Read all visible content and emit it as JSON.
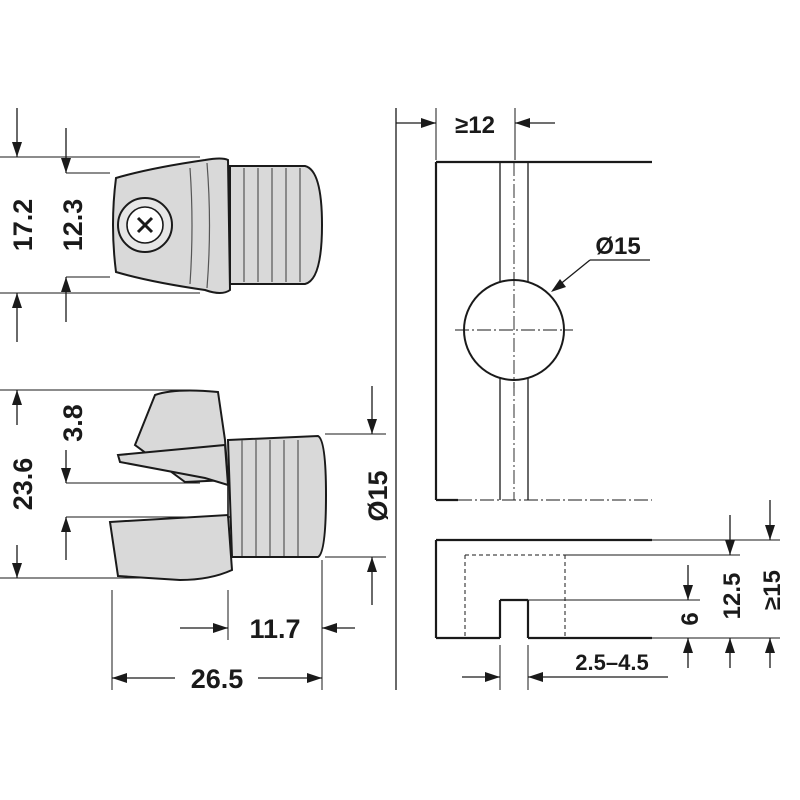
{
  "dimensions": {
    "top_total_height": "17.2",
    "top_body_height": "12.3",
    "side_total_height": "23.6",
    "side_offset": "3.8",
    "side_diameter": "Ø15",
    "thread_length": "11.7",
    "total_length": "26.5",
    "min_distance": "≥12",
    "hole_diameter": "Ø15",
    "slot_depth": "6",
    "bore_depth": "12.5",
    "min_thickness": "≥15",
    "panel_range": "2.5–4.5"
  },
  "colors": {
    "ink": "#1a1a1a",
    "part_fill": "#d9d9d9",
    "background": "#ffffff"
  }
}
